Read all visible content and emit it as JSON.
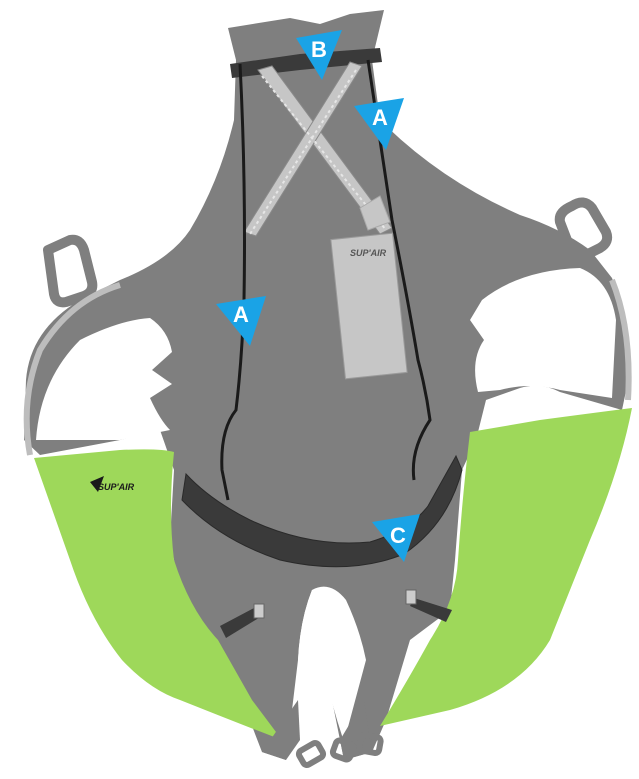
{
  "image": {
    "subject": "paraglider-harness",
    "colors": {
      "body": "#7f7f7f",
      "outline": "#bdbdbd",
      "accent": "#9ed85a",
      "strap": "#3a3a3a",
      "label_patch": "#c6c6c6",
      "marker": "#1aa3e6",
      "marker_text": "#ffffff"
    }
  },
  "logos": {
    "chest_label": "SUP'AIR",
    "left_panel": "SUP'AIR"
  },
  "markers": [
    {
      "id": "B",
      "label": "B"
    },
    {
      "id": "A-upper",
      "label": "A"
    },
    {
      "id": "A-lower",
      "label": "A"
    },
    {
      "id": "C",
      "label": "C"
    }
  ]
}
